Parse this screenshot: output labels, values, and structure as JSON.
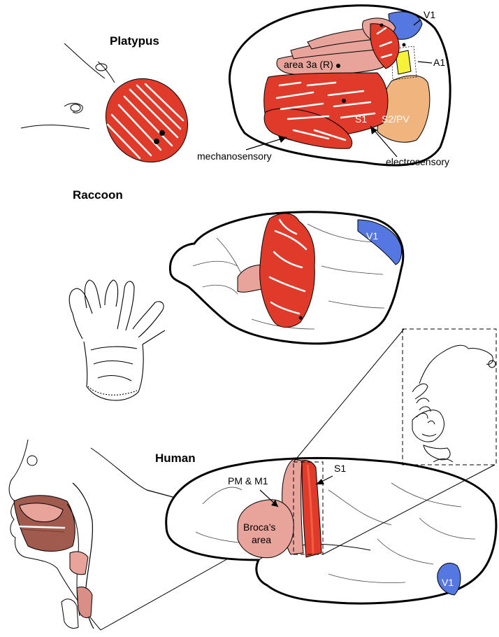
{
  "panels": {
    "platypus": {
      "title": "Platypus",
      "labels": {
        "v1": "V1",
        "a1": "A1",
        "area3a": "area 3a (R)",
        "s1": "S1",
        "s2pv": "S2/PV",
        "mechanosensory": "mechanosensory",
        "electrosensory": "electrosensory"
      }
    },
    "raccoon": {
      "title": "Raccoon",
      "labels": {
        "v1": "V1"
      }
    },
    "human": {
      "title": "Human",
      "labels": {
        "pm_m1": "PM & M1",
        "s1": "S1",
        "broca_line1": "Broca’s",
        "broca_line2": "area",
        "v1": "V1"
      }
    }
  },
  "colors": {
    "somatosensory_red": "#e03b2a",
    "area_pink": "#e8a39a",
    "s2_peach": "#f0b47e",
    "visual_blue": "#5577e0",
    "auditory_yellow": "#f6f23a"
  }
}
